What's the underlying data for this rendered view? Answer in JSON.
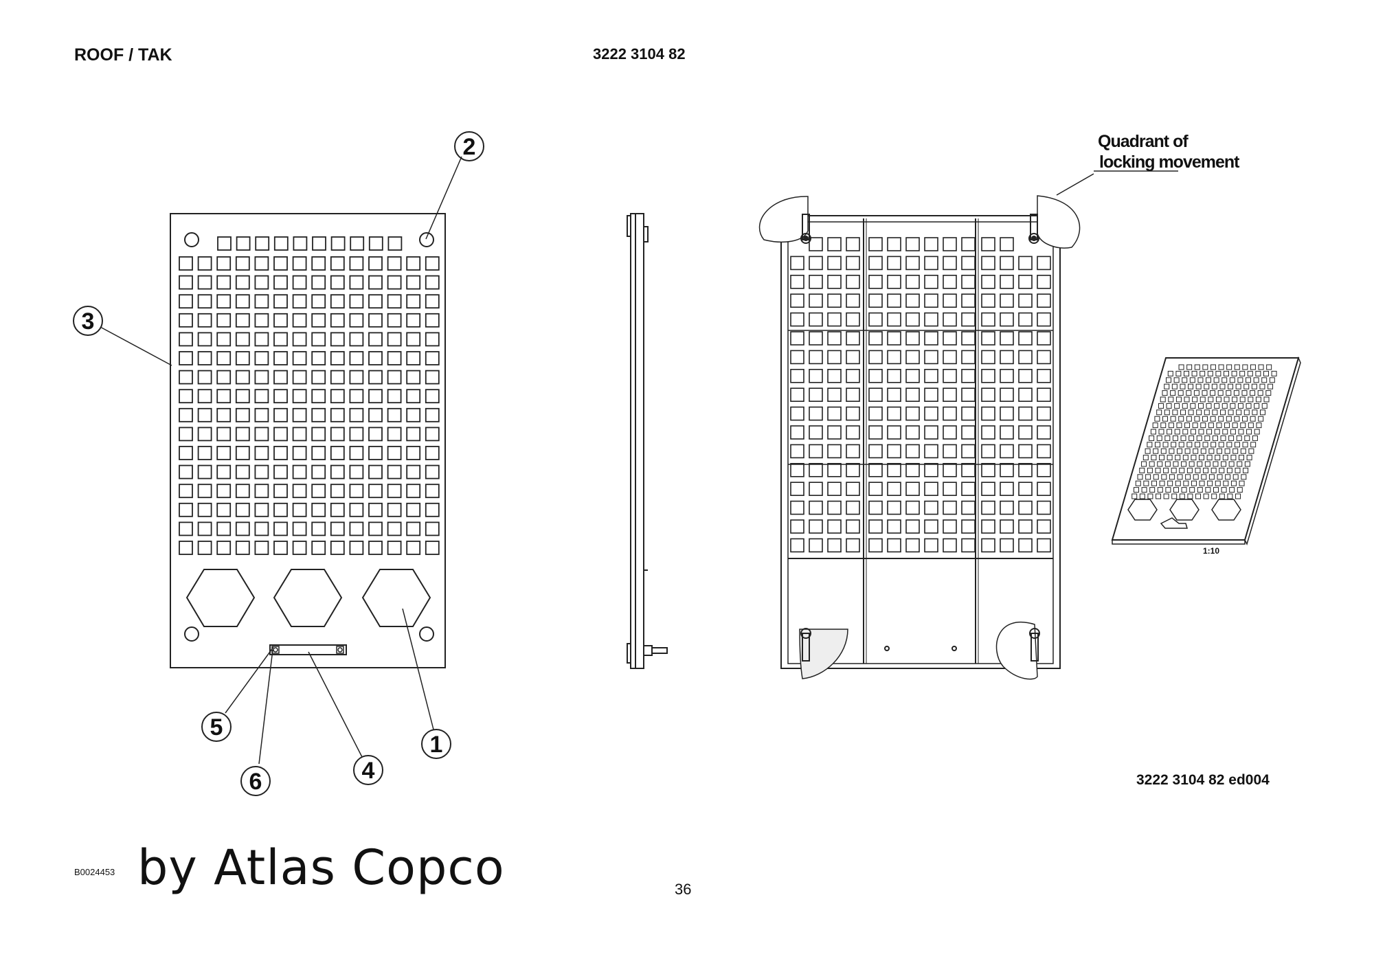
{
  "header": {
    "title": "ROOF / TAK",
    "part_number": "3222 3104 82"
  },
  "footer": {
    "doc_code": "B0024453",
    "brand": "by Atlas Copco",
    "page_number": "36",
    "drawing_ref": "3222 3104 82 ed004"
  },
  "callouts": {
    "c1": "1",
    "c2": "2",
    "c3": "3",
    "c4": "4",
    "c5": "5",
    "c6": "6"
  },
  "notes": {
    "quadrant_line1": "Quadrant of",
    "quadrant_line2": "locking movement",
    "scale": "1:10"
  }
}
